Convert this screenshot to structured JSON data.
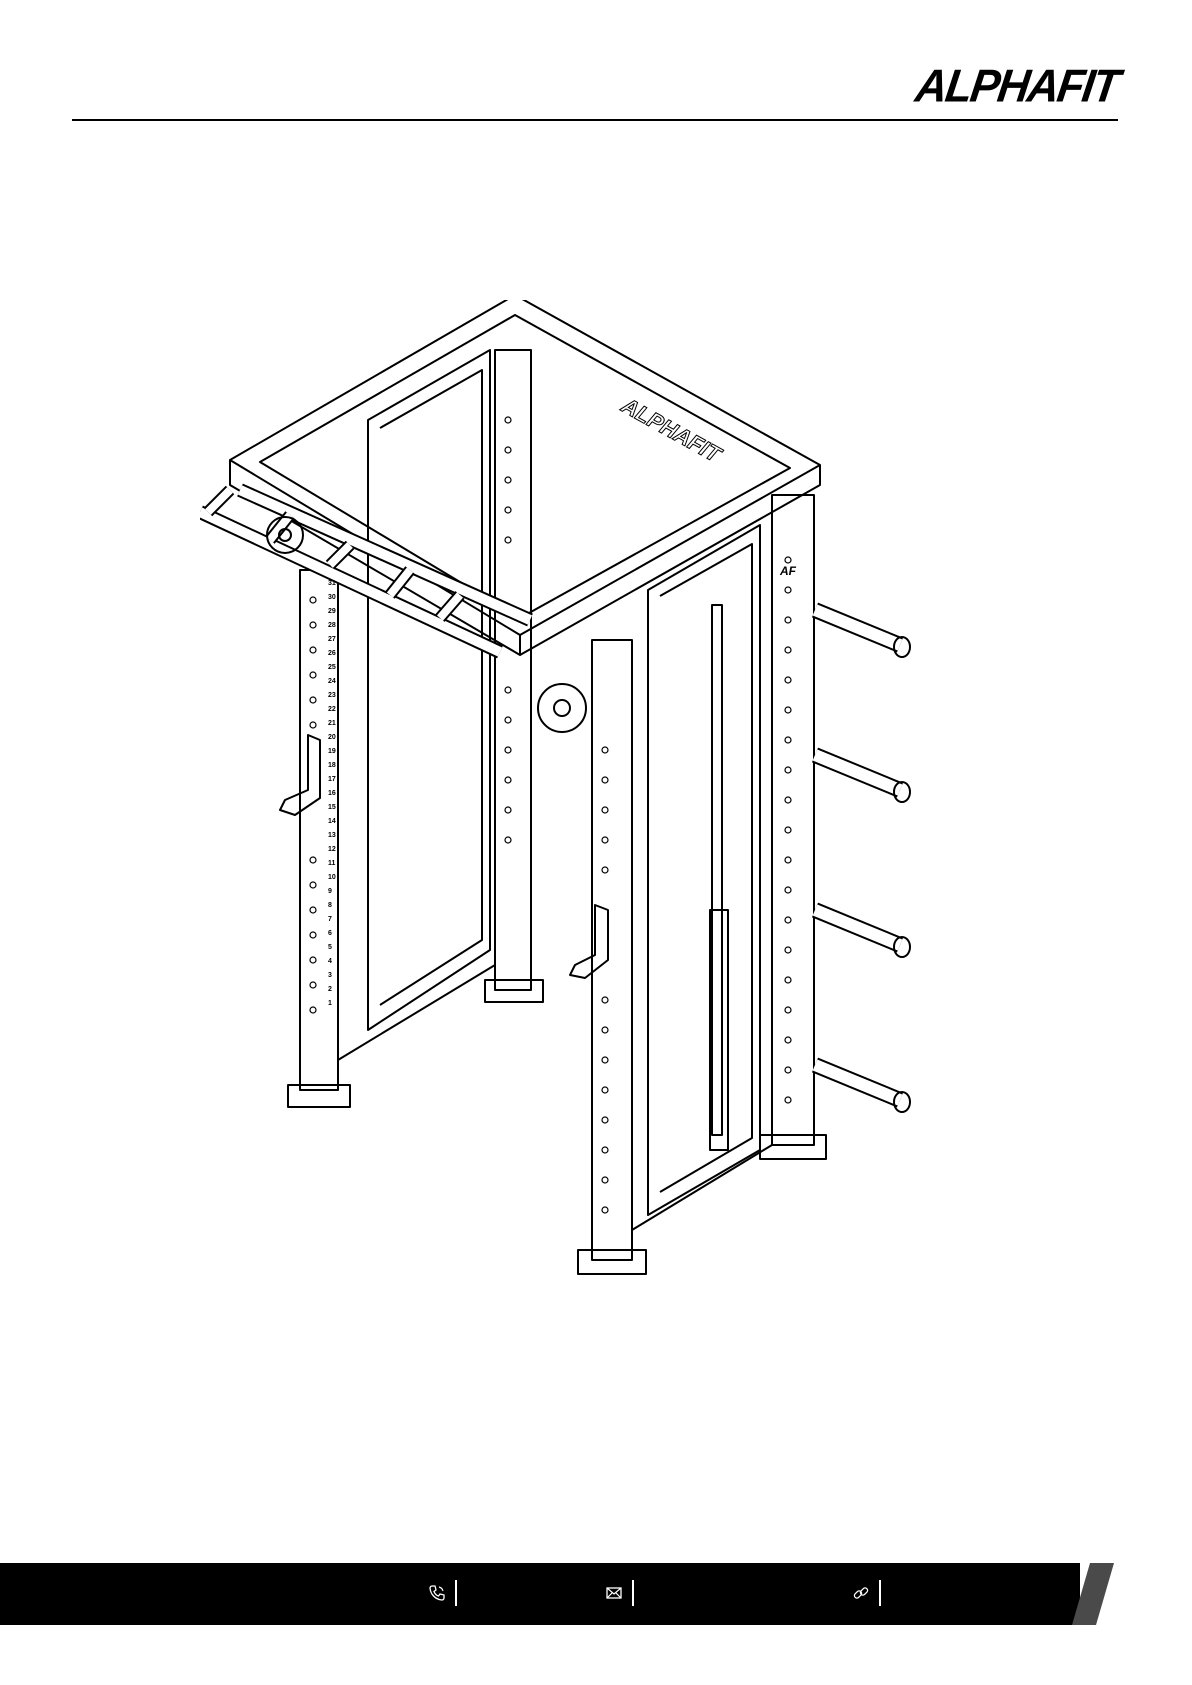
{
  "header": {
    "brand": "ALPHAFIT"
  },
  "product": {
    "frame_brand": "ALPHAFIT",
    "column_badge": "AF",
    "hole_numbers": [
      "1",
      "2",
      "3",
      "4",
      "5",
      "6",
      "7",
      "8",
      "9",
      "10",
      "11",
      "12",
      "13",
      "14",
      "15",
      "16",
      "17",
      "18",
      "19",
      "20",
      "21",
      "22",
      "23",
      "24",
      "25",
      "26",
      "27",
      "28",
      "29",
      "30",
      "31"
    ]
  },
  "footer": {
    "phone_icon": "phone-icon",
    "email_icon": "envelope-icon",
    "web_icon": "link-icon",
    "phone": "",
    "email": "",
    "website": ""
  },
  "colors": {
    "bar": "#000000",
    "stripe": "#4a4a4a",
    "line": "#000000"
  }
}
